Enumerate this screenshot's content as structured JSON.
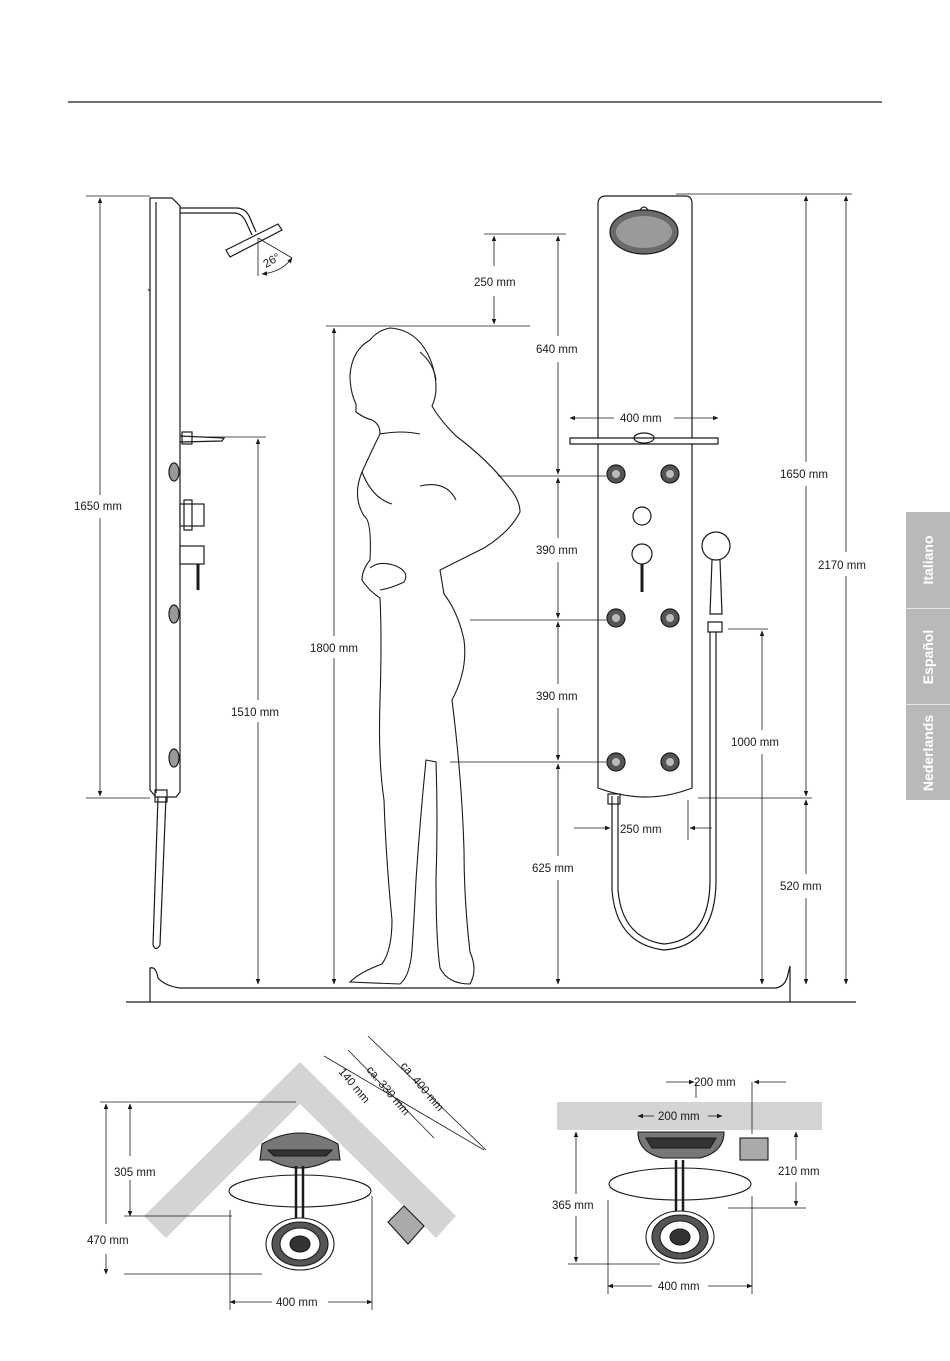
{
  "dimensions": {
    "side_height": "1650 mm",
    "side_hand_height": "1510 mm",
    "head_angle": "26°",
    "rain_offset": "250 mm",
    "head_to_shelf": "640 mm",
    "person_height": "1800 mm",
    "shelf_width": "400 mm",
    "panel_height": "1650 mm",
    "total_height": "2170 mm",
    "jet_spacing_upper": "390 mm",
    "jet_spacing_lower": "390 mm",
    "holder_height": "1000 mm",
    "bottom_width": "250 mm",
    "floor_to_jets": "625 mm",
    "floor_to_panel": "520 mm",
    "corner_depth_1": "ca. 400 mm",
    "corner_depth_2": "ca. 330 mm",
    "corner_depth_3": "140 mm",
    "corner_arm": "305 mm",
    "corner_total": "470 mm",
    "corner_width": "400 mm",
    "wall_top": "200 mm",
    "wall_inner": "200 mm",
    "wall_arm": "210 mm",
    "wall_total": "365 mm",
    "wall_width": "400 mm"
  },
  "languages": [
    "Italiano",
    "Español",
    "Nederlands"
  ],
  "colors": {
    "line": "#1a1a1a",
    "tab_bg": "#b9b9b9",
    "wall": "#d4d4d4"
  }
}
